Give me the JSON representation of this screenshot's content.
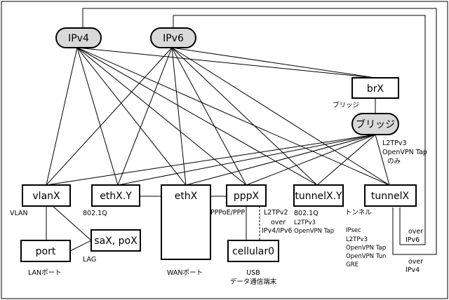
{
  "nodes": {
    "ipv4": "IPv4",
    "ipv6": "IPv6",
    "brx": "brX",
    "bridge_pill": "ブリッジ",
    "vlanx": "vlanX",
    "ethxy": "ethX.Y",
    "ethx": "ethX",
    "pppx": "pppX",
    "tunnelxy": "tunnelX.Y",
    "tunnelx": "tunnelX",
    "port": "port",
    "sax": "saX, poX",
    "cellular": "cellular0"
  },
  "notes": {
    "brx_caption": "ブリッジ",
    "bridge_note": [
      "L2TPv3",
      "OpenVPN Tap",
      "のみ"
    ],
    "vlan": "VLAN",
    "dot1q": "802.1Q",
    "lan_port": "LANポート",
    "lag": "LAG",
    "wan_port": "WANポート",
    "pppoe": "PPPoE/PPP",
    "l2tpv2": "L2TPv2",
    "over_ip": [
      "over",
      "IPv4/IPv6"
    ],
    "usb": [
      "USB",
      "データ通信端末"
    ],
    "tunnelxy_note": [
      "802.1Q",
      "L2TPv3",
      "OpenVPN Tap"
    ],
    "tunnel": "トンネル",
    "tunnel_types": [
      "IPsec",
      "L2TPv3",
      "OpenVPN Tap",
      "OpenVPN Tun",
      "GRE"
    ],
    "over_ipv6": [
      "over",
      "IPv6"
    ],
    "over_ipv4": [
      "over",
      "IPv4"
    ]
  }
}
